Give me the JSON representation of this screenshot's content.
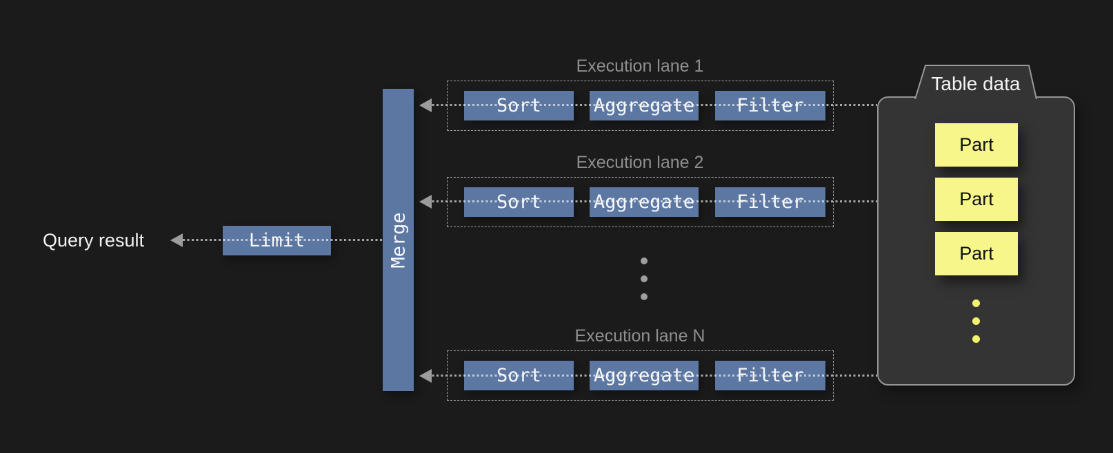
{
  "diagram": {
    "query_result_label": "Query result",
    "limit_label": "Limit",
    "merge_label": "Merge",
    "lanes": [
      {
        "label": "Execution lane 1",
        "operators": [
          "Sort",
          "Aggregate",
          "Filter"
        ]
      },
      {
        "label": "Execution lane 2",
        "operators": [
          "Sort",
          "Aggregate",
          "Filter"
        ]
      },
      {
        "label": "Execution lane N",
        "operators": [
          "Sort",
          "Aggregate",
          "Filter"
        ]
      }
    ],
    "table": {
      "title": "Table data",
      "parts": [
        "Part",
        "Part",
        "Part"
      ]
    },
    "colors": {
      "background": "#1b1b1b",
      "operator_blue": "#5c77a2",
      "part_yellow": "#f6f68a",
      "container_fill": "#343434",
      "container_border": "#969696",
      "label_gray": "#8f8f8f",
      "arrow_gray": "#9c9c9c",
      "connector_dots": "#ffffff"
    }
  }
}
